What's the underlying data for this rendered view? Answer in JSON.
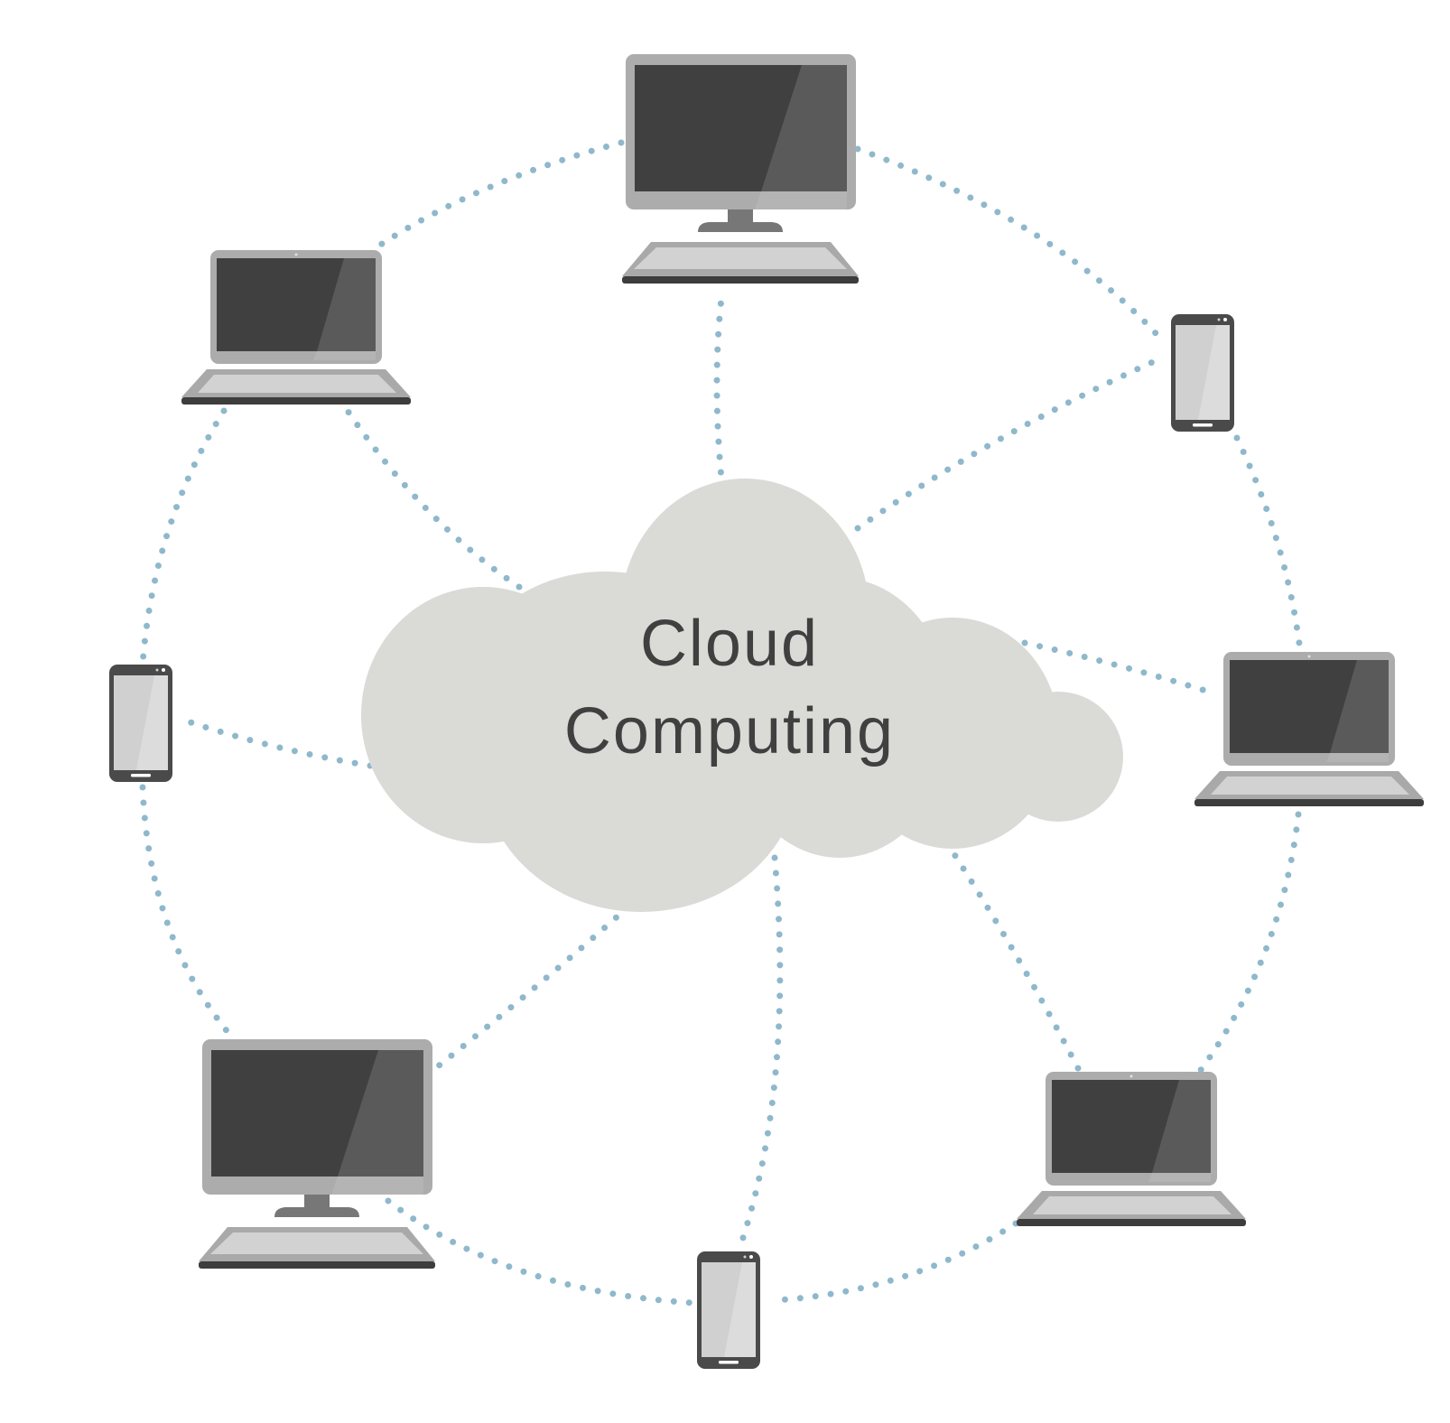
{
  "title_lines": [
    "Cloud",
    "Computing"
  ],
  "colors": {
    "connector": "#8fb8cc",
    "cloud": "#dadad6",
    "screen": "#404040",
    "screen_glare": "#5a5a5a",
    "bezel": "#acacac",
    "keyboard": "#a9a9a9",
    "keyboard_inner": "#d2d2d2",
    "base": "#3d3d3d",
    "stand": "#777777",
    "phone_body": "#4a4a4a",
    "phone_screen": "#d0d0d0",
    "text": "#404040"
  },
  "nodes": [
    {
      "id": "desktop-top",
      "type": "desktop"
    },
    {
      "id": "laptop-top-left",
      "type": "laptop"
    },
    {
      "id": "phone-top-right",
      "type": "phone"
    },
    {
      "id": "phone-left",
      "type": "phone"
    },
    {
      "id": "laptop-right",
      "type": "laptop"
    },
    {
      "id": "desktop-bottom-left",
      "type": "desktop"
    },
    {
      "id": "laptop-bottom-right",
      "type": "laptop"
    },
    {
      "id": "phone-bottom",
      "type": "phone"
    }
  ],
  "connections": [
    {
      "from": "cloud",
      "to": "desktop-top"
    },
    {
      "from": "cloud",
      "to": "laptop-top-left"
    },
    {
      "from": "cloud",
      "to": "phone-top-right"
    },
    {
      "from": "cloud",
      "to": "phone-left"
    },
    {
      "from": "cloud",
      "to": "laptop-right"
    },
    {
      "from": "cloud",
      "to": "desktop-bottom-left"
    },
    {
      "from": "cloud",
      "to": "laptop-bottom-right"
    },
    {
      "from": "cloud",
      "to": "phone-bottom"
    },
    {
      "from": "desktop-top",
      "to": "laptop-top-left"
    },
    {
      "from": "desktop-top",
      "to": "phone-top-right"
    },
    {
      "from": "laptop-top-left",
      "to": "phone-left"
    },
    {
      "from": "phone-top-right",
      "to": "laptop-right"
    },
    {
      "from": "phone-left",
      "to": "desktop-bottom-left"
    },
    {
      "from": "laptop-right",
      "to": "laptop-bottom-right"
    },
    {
      "from": "desktop-bottom-left",
      "to": "phone-bottom"
    },
    {
      "from": "laptop-bottom-right",
      "to": "phone-bottom"
    }
  ]
}
